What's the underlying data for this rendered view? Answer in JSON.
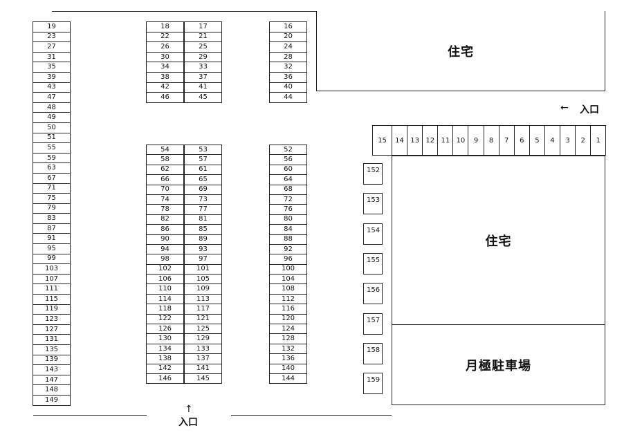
{
  "lot": {
    "left_column": [
      "19",
      "23",
      "27",
      "31",
      "35",
      "39",
      "43",
      "47",
      "48",
      "49",
      "50",
      "51",
      "55",
      "59",
      "63",
      "67",
      "71",
      "75",
      "79",
      "83",
      "87",
      "91",
      "95",
      "99",
      "103",
      "107",
      "111",
      "115",
      "119",
      "123",
      "127",
      "131",
      "135",
      "139",
      "143",
      "147",
      "148",
      "149"
    ],
    "block_a_top_left": [
      "18",
      "22",
      "26",
      "30",
      "34",
      "38",
      "42",
      "46"
    ],
    "block_a_top_right": [
      "17",
      "21",
      "25",
      "29",
      "33",
      "37",
      "41",
      "45"
    ],
    "block_a_bottom_left": [
      "54",
      "58",
      "62",
      "66",
      "70",
      "74",
      "78",
      "82",
      "86",
      "90",
      "94",
      "98",
      "102",
      "106",
      "110",
      "114",
      "118",
      "122",
      "126",
      "130",
      "134",
      "138",
      "142",
      "146"
    ],
    "block_a_bottom_right": [
      "53",
      "57",
      "61",
      "65",
      "69",
      "73",
      "77",
      "81",
      "85",
      "89",
      "93",
      "97",
      "101",
      "105",
      "109",
      "113",
      "117",
      "121",
      "125",
      "129",
      "133",
      "137",
      "141",
      "145"
    ],
    "block_b_top": [
      "16",
      "20",
      "24",
      "28",
      "32",
      "36",
      "40",
      "44"
    ],
    "block_b_bottom": [
      "52",
      "56",
      "60",
      "64",
      "68",
      "72",
      "76",
      "80",
      "84",
      "88",
      "92",
      "96",
      "100",
      "104",
      "108",
      "112",
      "116",
      "120",
      "124",
      "128",
      "132",
      "136",
      "140",
      "144"
    ],
    "top_right_row": [
      "15",
      "14",
      "13",
      "12",
      "11",
      "10",
      "9",
      "8",
      "7",
      "6",
      "5",
      "4",
      "3",
      "2",
      "1"
    ],
    "single_spaces": [
      "152",
      "153",
      "154",
      "155",
      "156",
      "157",
      "158",
      "159"
    ]
  },
  "areas": {
    "housing_top": "住宅",
    "housing_right": "住宅",
    "monthly_parking": "月極駐車場"
  },
  "entrances": {
    "right_label": "入口",
    "right_arrow": "←",
    "bottom_label": "入口",
    "bottom_arrow": "↑"
  }
}
